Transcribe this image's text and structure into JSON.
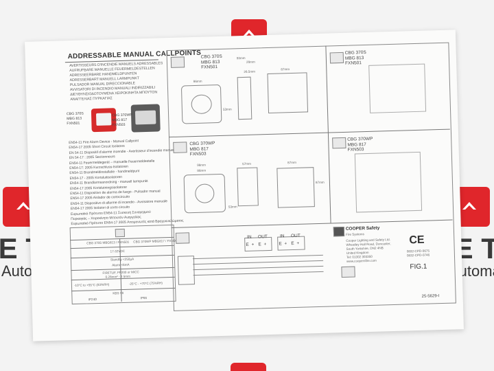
{
  "watermark": {
    "brand": "IE TEC",
    "subtitle": "Automa",
    "brand_right": "IE TEC",
    "subtitle_right": "Automa",
    "logo_color": "#e0262b"
  },
  "sheet": {
    "title": "ADDRESSABLE MANUAL CALLPOINTS",
    "title_translations": [
      "AVERTISSEURS D'INCENDIE MANUELS ADRESSABLES",
      "AUFRUFBARE MANUELLE FEUERMELDESTELLEN",
      "ADRESSEERBARE HANDMELDPUNTEN",
      "ADRESSERBART MANUELL LARMPUNKT",
      "PULSADOR MANUAL DIRECCIONABLE",
      "AVVISATORI DI INCENDIO MANUALI INDIRIZZABILI",
      "ΔΙΕΥΘΥΝΣΙΟΔΟΤΟΥΜΕΝΑ ΧΕΙΡΟΚΙΝΗΤΑ ΜΠΟΥΤΟΝ",
      "ΑΝΑΓΓΕΛΙΑΣ ΠΥΡΚΑΓΙΑΣ"
    ],
    "product_left": [
      "CBG 370S",
      "MBG 813",
      "FXN501"
    ],
    "product_right": [
      "CBG 370WP",
      "MBG 817",
      "FXN503"
    ],
    "standards": [
      "EN54-11 Fire Alarm Device - Manual Callpoint",
      "EN54-17 2005 Short Circuit Isolators",
      "EN 54-11 Dispositif d'alarme incendie - Avertisseur d'incendie manuel",
      "EN 54-17 : 2005 Sectionneurs",
      "EN54-11 Feuermeldegerät – manuelle Feuermeldestelle",
      "EN54-17: 2005 Kurzschluss-Isolatoren",
      "EN54-11 Brandmeldinstallatie - handmeldpunt",
      "EN54-17 - 2005 Kortsluitisolatoren",
      "EN54-11 Brandlarmsanordning - manuell larmpunkt",
      "EN54-17 2005 Kortslutningsisolatorer",
      "EN54-11 Dispositivo de alarma de fuego - Pulsador manual",
      "EN54-17 2005 Aislador de cortocircuito",
      "EN54-11 Dispositivo di allarme di incendio - Avvisatore manuale",
      "EN54-17 2005 Isolatori di corto circuito",
      "Ευρωπαϊκό Πρότυπο EN54-11 Συσκευή Συναγερμού",
      "Πυρκαγιάς – Χειροκίνητο Μπουτόν Αναγγελίας",
      "Ευρωπαϊκό Πρότυπο EN54-17 2005 Απομονωτές κατά Βραχυκυκλώματος"
    ],
    "spec_table": {
      "col1": "CBG 370S\nMBG813 / FXN501",
      "col2": "CBG 370WP\nMBG817 / FXN503",
      "voltage": "17-32VDC",
      "standby": "Standby <250µA",
      "alarm": "Alarm <6mA",
      "cable": "FIRETUF, FP200 or MICC",
      "cable_size": "0.28mm² - 2.5mm",
      "temp_left": "-10°C to +55°C (93%RH)",
      "temp_right": "-25°C - +70°C (75%RH)",
      "conditions": "KBS VII",
      "ip_left": "IP24D",
      "ip_right": "IP66"
    },
    "diagram_top_left": [
      "CBG 370S",
      "MBG 813",
      "FXN501"
    ],
    "diagram_top_right": [
      "CBG 370S",
      "MBG 813",
      "FXN501"
    ],
    "diagram_mid_left": [
      "CBG 370WP",
      "MBG 817",
      "FXN503"
    ],
    "diagram_mid_right": [
      "CBG 370WP",
      "MBG 817",
      "FXN503"
    ],
    "dims": [
      "93mm",
      "86mm",
      "53mm",
      "26.5mm",
      "87mm",
      "28mm",
      "98mm",
      "86mm",
      "57mm",
      "53mm",
      "87mm",
      "87mm"
    ],
    "wiring": {
      "in": "IN",
      "out": "OUT",
      "terminals": [
        "E",
        "+",
        "E",
        "+"
      ]
    },
    "manufacturer": {
      "name": "COOPER Safety",
      "division": "Fire Systems",
      "address": [
        "Cooper Lighting and Safety Ltd.",
        "Wheatley Hall Road, Doncaster,",
        "South Yorkshire, DN2 4NB",
        "United Kingdom",
        "Tel: 01302 303350",
        "www.coopersfire.com"
      ],
      "ce": "CE",
      "certs": [
        "0832-CPD-0675",
        "0832-CPD-0746"
      ]
    },
    "figure": "FIG.1",
    "doc_code": "25-5629-I"
  }
}
